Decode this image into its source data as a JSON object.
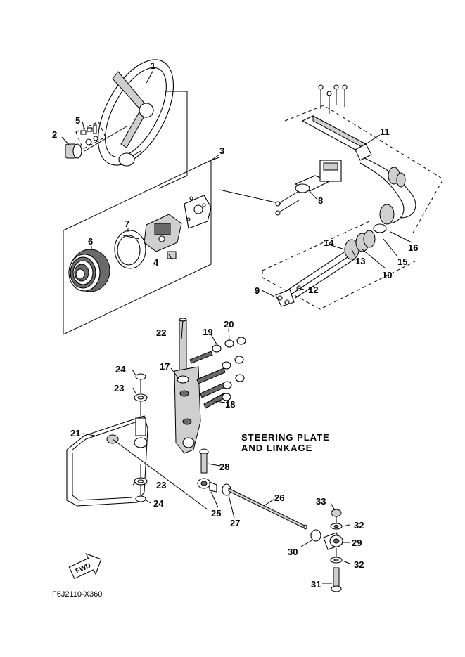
{
  "diagram": {
    "title_line1": "STEERING PLATE",
    "title_line2": "AND LINKAGE",
    "code": "F6J2110-X360",
    "fwd_label": "FWD",
    "callouts": [
      "1",
      "2",
      "3",
      "4",
      "5",
      "6",
      "7",
      "8",
      "9",
      "10",
      "11",
      "12",
      "13",
      "14",
      "15",
      "16",
      "17",
      "18",
      "19",
      "20",
      "21",
      "22",
      "23",
      "23",
      "24",
      "24",
      "25",
      "26",
      "27",
      "28",
      "29",
      "30",
      "31",
      "32",
      "32",
      "33"
    ]
  }
}
